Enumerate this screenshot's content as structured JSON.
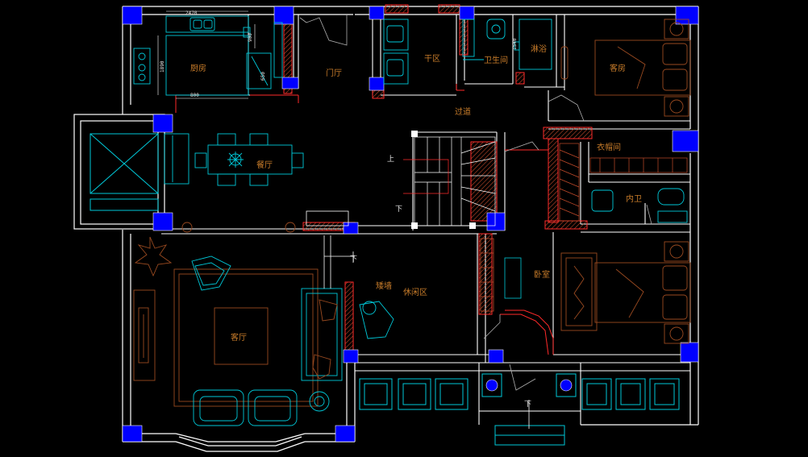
{
  "colors": {
    "background": "#000000",
    "wall": "#ffffff",
    "column": "#0000ff",
    "furniture": "#00c8d8",
    "red_line": "#ff2a2a",
    "hatch": "#c24a2a",
    "label": "#c87c2a",
    "brown_furniture": "#9a4a20"
  },
  "rooms": {
    "kitchen": "厨房",
    "entrance": "门厅",
    "dry_area": "干区",
    "bathroom": "卫生间",
    "shower": "淋浴",
    "guest_room": "客房",
    "corridor": "过道",
    "closet": "衣帽间",
    "dining": "餐厅",
    "inner_bath": "内卫",
    "bedroom": "卧室",
    "living": "客厅",
    "lounge": "休闲区",
    "short_wall": "矮墙"
  },
  "dimensions": {
    "top": "2470",
    "left": "1890",
    "bottom": "800",
    "right": "900",
    "bath": "1540",
    "center": "650"
  },
  "markers": {
    "stair_up": "上",
    "stair_down": "下",
    "lounge_down": "下",
    "bottom_down": "下"
  }
}
